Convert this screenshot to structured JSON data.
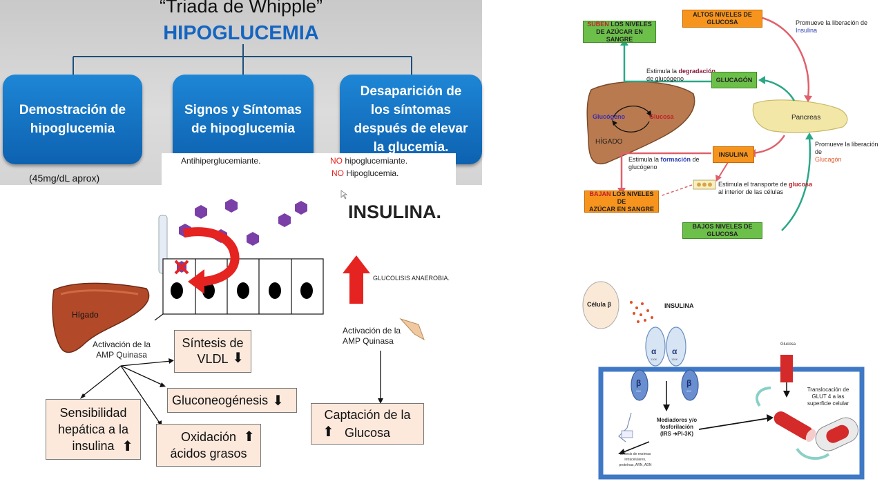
{
  "whipple": {
    "title": "“Triada de Whipple”",
    "subtitle": "HIPOGLUCEMIA",
    "boxes": [
      "Demostración de\nhipoglucemia",
      "Signos y Síntomas\nde  hipoglucemia",
      "Desaparición de\nlos síntomas\ndespués de elevar\nla glucemia."
    ],
    "note": "(45mg/dL aprox)"
  },
  "insulin_panel": {
    "antihyper": "Antihiperglucemiante.",
    "no1": "NO",
    "no1_rest": " hipoglucemiante.",
    "no2": "NO",
    "no2_rest": " Hipoglucemia.",
    "title": "INSULINA.",
    "glycolysis": "GLUCOLISIS ANAEROBIA.",
    "liver_label": "Hígado",
    "ampk_left": "Activación de la\nAMP Quinasa",
    "ampk_right": "Activación de la\nAMP Quinasa",
    "vldl": "Síntesis de\nVLDL",
    "gluconeo": "Gluconeogénesis",
    "sensibilidad": "Sensibilidad\nhepática a la\ninsulina",
    "oxidacion": "Oxidación\nácidos grasos",
    "captacion": "Captación de la\nGlucosa",
    "arrow_down": "⬇",
    "arrow_up": "⬆"
  },
  "glucose_reg": {
    "altos": "ALTOS NIVELES DE GLUCOSA",
    "suben_red": "SUBEN",
    "suben_rest": " LOS NIVELES\nDE AZÚCAR EN SANGRE",
    "promueve_ins": "Promueve la liberación de",
    "insulina_word": "Insulina",
    "estimula_deg_pre": "Estimula la ",
    "degradacion": "degradación",
    "estimula_deg_post": "de glucógeno",
    "glucagon_box": "GLUCAGÓN",
    "glucogeno": "Glucógeno",
    "glucosa": "Glucosa",
    "pancreas": "Pancreas",
    "higado": "HÍGADO",
    "insulina_box": "INSULINA",
    "promueve_glu": "Promueve la liberación de",
    "glucagon_word": "Glucagón",
    "estimula_form_pre": "Estimula la ",
    "formacion": "formación",
    "estimula_form_post": " de\nglucógeno",
    "estimula_transp_pre": "Estimula el transporte de ",
    "glucosa_word": "glucosa",
    "estimula_transp_post": "al interior de las células",
    "bajan_red": "BAJAN",
    "bajan_rest": " LOS NIVELES DE\nAZÚCAR EN SANGRE",
    "bajos": "BAJOS NIVELES DE GLUCOSA"
  },
  "receptor": {
    "celula": "Célula β",
    "insulina": "INSULINA",
    "alpha": "α",
    "beta": "β",
    "kda_a": "130K",
    "kda_b": "95K",
    "glucosa": "Glucosa",
    "mediadores": "Mediadores y/o\nfosforilación\n(IRS ➔PI-3K)",
    "sintesis": "Síntesis de enzimas\nintracelulares,\nproteínas, ARN, ADN",
    "translocacion": "Translocación de\nGLUT 4 a las\nsuperficie celular"
  },
  "colors": {
    "blue_box": "#1273c4",
    "whipple_title": "#1565c0",
    "orange": "#f7941d",
    "green": "#6cc04a",
    "red_arrow": "#e52320",
    "purple": "#7b3fa8"
  }
}
